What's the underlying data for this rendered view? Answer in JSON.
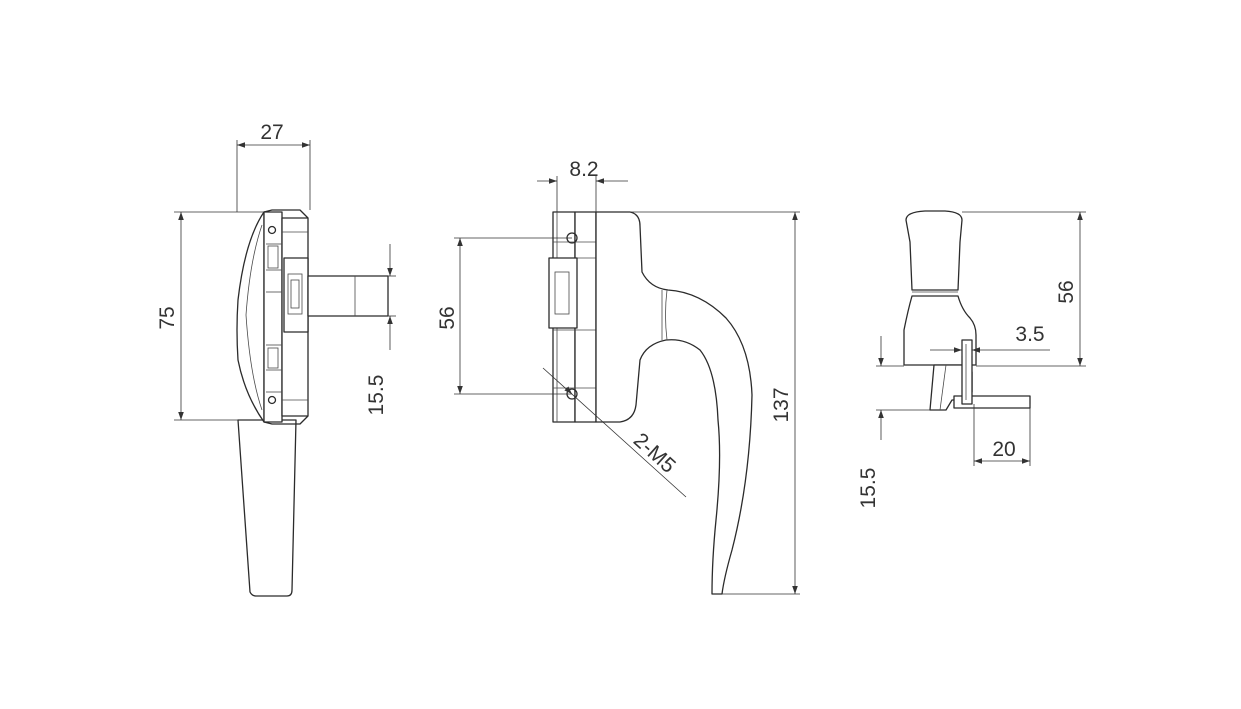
{
  "views": [
    "side-view",
    "front-view",
    "end-view"
  ],
  "dimensions": {
    "side_width": "27",
    "side_height": "75",
    "side_spindle": "15.5",
    "front_base_width": "8.2",
    "front_hole_spacing": "56",
    "front_holes": "2-M5",
    "front_total_height": "137",
    "end_height": "56",
    "end_offset": "3.5",
    "end_spindle_length": "20",
    "end_spindle_height": "15.5"
  }
}
